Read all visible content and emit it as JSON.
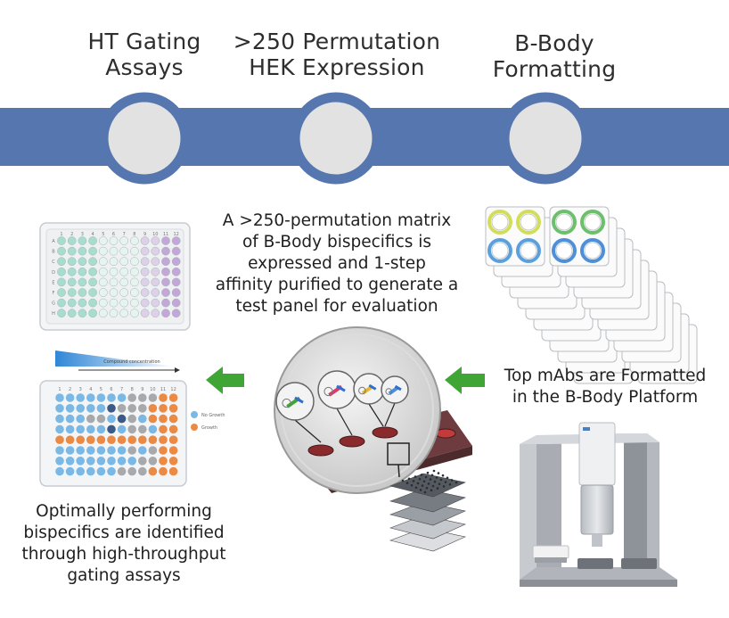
{
  "steps": [
    {
      "line1": "HT Gating",
      "line2": "Assays"
    },
    {
      "line1": ">250 Permutation",
      "line2": "HEK Expression"
    },
    {
      "line1": "B-Body",
      "line2": "Formatting"
    }
  ],
  "descriptions": {
    "expression": [
      "A >250-permutation matrix",
      "of B-Body bispecifics is",
      "expressed and 1-step",
      "affinity purified to generate a",
      "test panel for evaluation"
    ],
    "formatting": [
      "Top mAbs are Formatted",
      "in the B-Body Platform"
    ],
    "gating": [
      "Optimally performing",
      "bispecifics are identified",
      "through high-throughput",
      "gating assays"
    ]
  },
  "plate": {
    "columns": [
      "1",
      "2",
      "3",
      "4",
      "5",
      "6",
      "7",
      "8",
      "9",
      "10",
      "11",
      "12"
    ],
    "rows": [
      "A",
      "B",
      "C",
      "D",
      "E",
      "F",
      "G",
      "H"
    ]
  },
  "assay": {
    "gradient_label": "Compound concentration",
    "legend": [
      {
        "label": "No Growth",
        "color": "#7ab8e6"
      },
      {
        "label": "Growth",
        "color": "#ea8a45"
      }
    ]
  },
  "colors": {
    "band": "#5676b0",
    "ring": "#5676b0",
    "circle_fill": "#e2e2e2",
    "arrow": "#3fa535",
    "plate_teal": "#a8dccf",
    "plate_purple": "#c4a6d8"
  }
}
